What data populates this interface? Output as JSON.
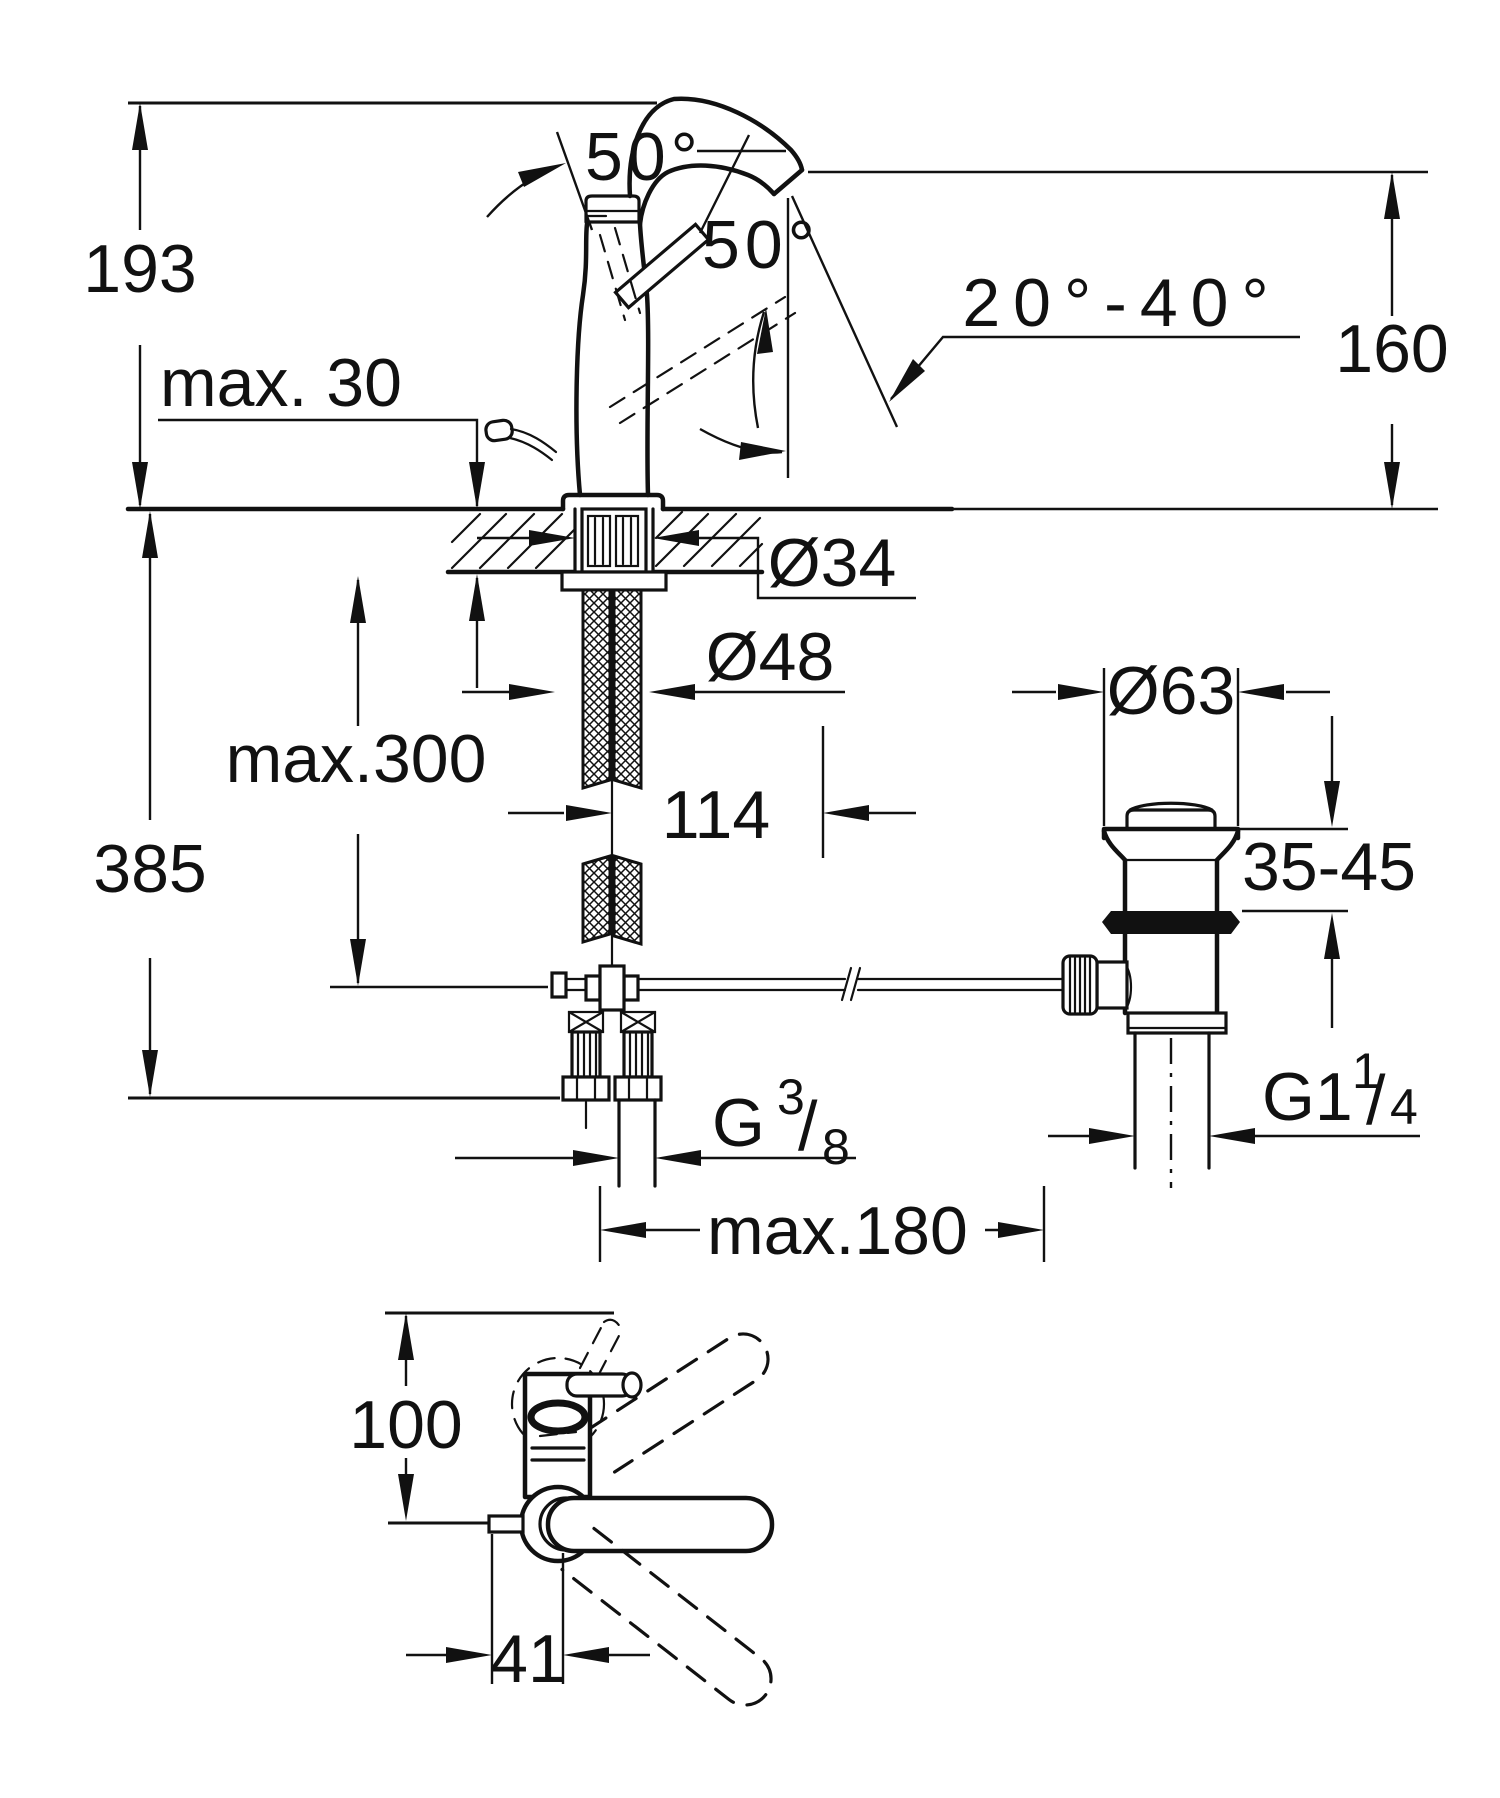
{
  "labels": {
    "angle_lever_top": "50°",
    "angle_lever_open": "50°",
    "angle_tilt_range": "20°-40°",
    "height_above_deck": "193",
    "deck_thickness_max": "max. 30",
    "spout_height": "160",
    "shank_hole_dia": "Ø34",
    "base_hole_dia": "Ø48",
    "hose_length_max": "max.300",
    "height_below_deck": "385",
    "spout_reach": "114",
    "waste_flange_dia": "Ø63",
    "basin_thickness_range": "35-45",
    "supply_thread": {
      "prefix": "G",
      "numerator": "3",
      "slash": "/",
      "denominator": "8"
    },
    "waste_thread": {
      "prefix": "G1",
      "numerator": "1",
      "slash": "/",
      "denominator": "4"
    },
    "rod_distance_max": "max.180",
    "plan_depth": "100",
    "plan_offset": "41"
  }
}
